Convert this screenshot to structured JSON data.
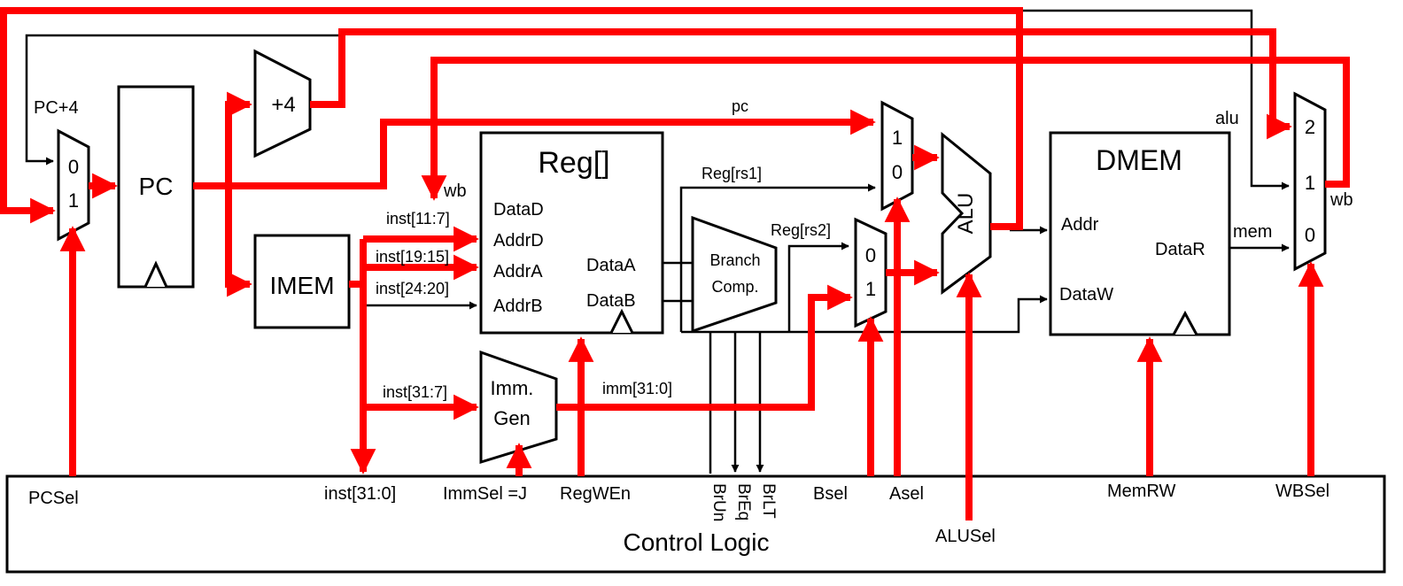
{
  "blocks": {
    "pc": "PC",
    "plus4": "+4",
    "imem": "IMEM",
    "reg": "Reg[]",
    "imm_gen_line1": "Imm.",
    "imm_gen_line2": "Gen",
    "branch_comp_line1": "Branch",
    "branch_comp_line2": "Comp.",
    "alu": "ALU",
    "dmem": "DMEM",
    "control_logic": "Control Logic"
  },
  "ports": {
    "reg_data_d": "DataD",
    "reg_addr_d": "AddrD",
    "reg_addr_a": "AddrA",
    "reg_addr_b": "AddrB",
    "reg_data_a": "DataA",
    "reg_data_b": "DataB",
    "dmem_addr": "Addr",
    "dmem_data_w": "DataW",
    "dmem_data_r": "DataR"
  },
  "mux_inputs": {
    "pc_mux": [
      "0",
      "1"
    ],
    "a_mux": [
      "1",
      "0"
    ],
    "b_mux": [
      "0",
      "1"
    ],
    "wb_mux": [
      "2",
      "1",
      "0"
    ]
  },
  "wires": {
    "pc_plus4": "PC+4",
    "wb_left": "wb",
    "inst_11_7": "inst[11:7]",
    "inst_19_15": "inst[19:15]",
    "inst_24_20": "inst[24:20]",
    "inst_31_7": "inst[31:7]",
    "imm_31_0": "imm[31:0]",
    "pc": "pc",
    "reg_rs1": "Reg[rs1]",
    "reg_rs2": "Reg[rs2]",
    "alu": "alu",
    "mem": "mem",
    "wb_right": "wb"
  },
  "control_signals": {
    "pcsel": "PCSel",
    "inst": "inst[31:0]",
    "immsel": "ImmSel =J",
    "regwen": "RegWEn",
    "brun": "BrUn",
    "breq": "BrEq",
    "brlt": "BrLT",
    "bsel": "Bsel",
    "asel": "Asel",
    "alusel": "ALUSel",
    "memrw": "MemRW",
    "wbsel": "WBSel"
  },
  "colors": {
    "active_path": "#ff0000",
    "inactive_path": "#000000",
    "block_fill": "#ffffff"
  }
}
